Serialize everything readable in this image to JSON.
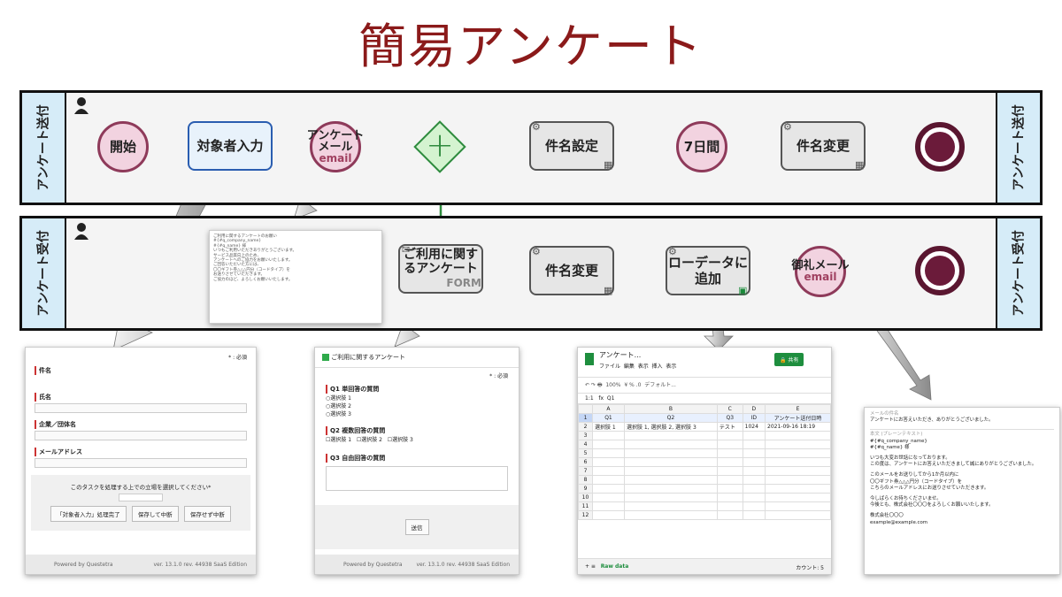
{
  "title": "簡易アンケート",
  "lane1": {
    "label": "アンケート送付"
  },
  "lane2": {
    "label": "アンケート受付"
  },
  "nodes": {
    "start": "開始",
    "input_target": "対象者入力",
    "mail_task": "アンケートメール",
    "mail_sub": "email",
    "set_subject": "件名設定",
    "wait": "7日間",
    "change_subject1": "件名変更",
    "form_task": "ご利用に関するアンケート",
    "form_sub": "FORM",
    "change_subject2": "件名変更",
    "add_rawdata": "ローデータに追加",
    "thanks_mail": "御礼メール",
    "thanks_sub": "email"
  },
  "form1": {
    "required_note": "* : 必須",
    "fields": [
      "件名",
      "氏名",
      "企業／団体名",
      "メールアドレス"
    ],
    "action_prompt": "このタスクを処理する上での立場を選択してください*",
    "buttons": [
      "「対象者入力」処理完了",
      "保存して中断",
      "保存せず中断"
    ],
    "powered": "Powered by Questetra",
    "version": "ver. 13.1.0 rev. 44938 SaaS Edition"
  },
  "form2": {
    "header": "ご利用に関するアンケート",
    "required_note": "* : 必須",
    "q1": "Q1 単回答の質問",
    "q1_options": [
      "選択肢 1",
      "選択肢 2",
      "選択肢 3"
    ],
    "q2": "Q2 複数回答の質問",
    "q2_options": [
      "選択肢 1",
      "選択肢 2",
      "選択肢 3"
    ],
    "q3": "Q3 自由回答の質問",
    "submit": "送信",
    "powered": "Powered by Questetra",
    "version": "ver. 13.1.0 rev. 44938 SaaS Edition"
  },
  "sheet": {
    "title": "アンケート...",
    "menu": [
      "ファイル",
      "編集",
      "表示",
      "挿入",
      "表示"
    ],
    "share": "共有",
    "zoom": "100%",
    "font": "デフォルト...",
    "cell_ref": "1:1",
    "formula": "Q1",
    "col_letters": [
      "A",
      "B",
      "C",
      "D",
      "E"
    ],
    "headers": [
      "Q1",
      "Q2",
      "Q3",
      "ID",
      "アンケート送付日時"
    ],
    "row2": [
      "選択肢 1",
      "選択肢 1, 選択肢 2, 選択肢 3",
      "テスト",
      "1024",
      "2021-09-16 18:19"
    ],
    "tab": "Raw data",
    "count": "カウント: 5"
  },
  "email": {
    "subject_label": "メールの件名",
    "subject": "アンケートにお答えいただき、ありがとうございました。",
    "body_label": "本文 (プレーンテキスト)",
    "body": [
      "#{#q_company_name}",
      "#{#q_name} 様",
      "",
      "いつも大変お世話になっております。",
      "この度は、アンケートにお答えいただきまして誠にありがとうございました。",
      "",
      "このメールをお送りしてから1か月以内に",
      "〇〇ギフト券△△△円分（コードタイプ）を",
      "こちらのメールアドレスにお送りさせていただきます。",
      "",
      "今しばらくお待ちくださいませ。",
      "今後とも、株式会社〇〇〇をよろしくお願いいたします。",
      "",
      "株式会社〇〇〇",
      "example@example.com"
    ]
  },
  "mail_preview": {
    "lines": [
      "ご利用に関するアンケートのお願い",
      "",
      "#{#q_company_name}",
      "#{#q_name} 様",
      "",
      "いつもご利用いただきありがとうございます。",
      "サービス品質向上のため、",
      "アンケートへのご協力をお願いいたします。",
      "",
      "ご回答いただいた方には、",
      "〇〇ギフト券△△△円分（コードタイプ）を",
      "お送りさせていただきます。",
      "",
      "ご協力のほど、よろしくお願いいたします。"
    ]
  }
}
